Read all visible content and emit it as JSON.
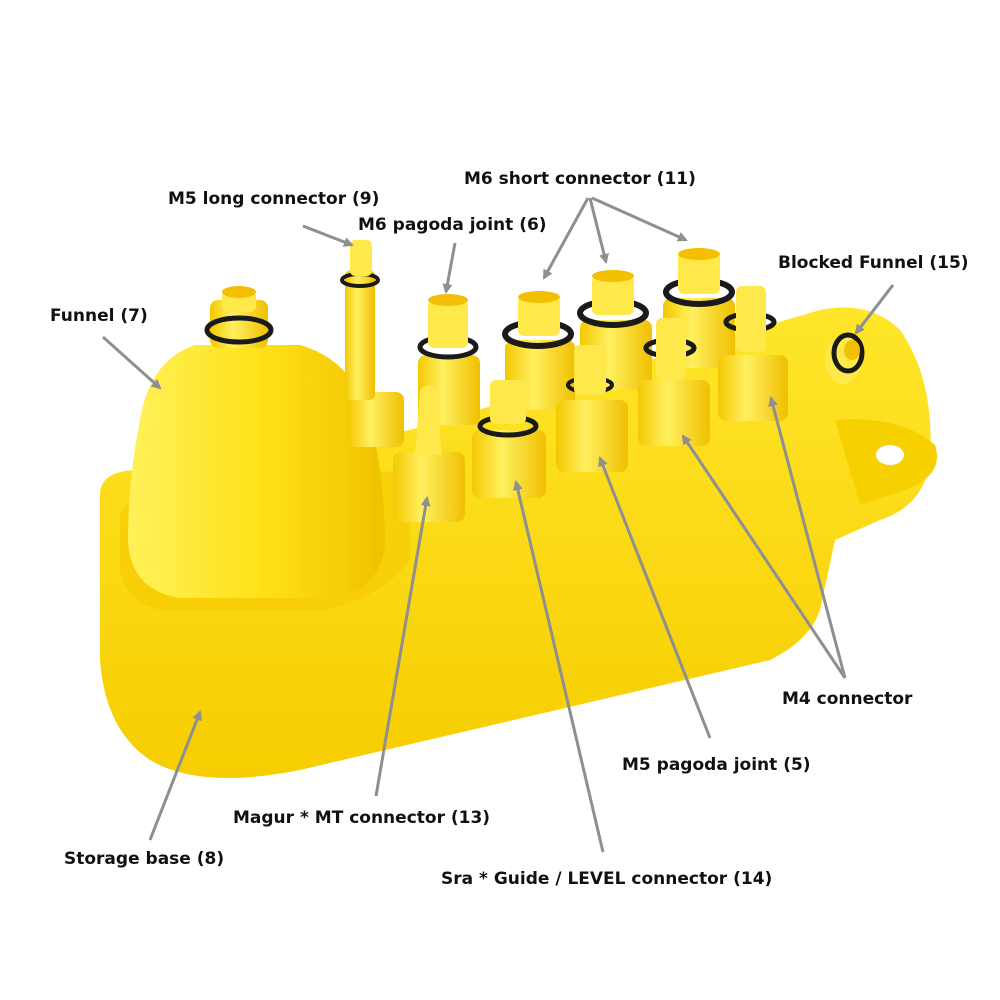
{
  "colors": {
    "yellow": "#ffe21a",
    "yellow_dark": "#f2c000",
    "yellow_light": "#fff27a",
    "oring": "#1a1a1a",
    "arrow": "#8f8f8f",
    "text": "#111111"
  },
  "labels": {
    "m6_short_connector": "M6 short connector (11)",
    "m5_long_connector": "M5 long connector (9)",
    "m6_pagoda_joint": "M6 pagoda joint (6)",
    "blocked_funnel": "Blocked Funnel (15)",
    "funnel": "Funnel (7)",
    "m4_connector": "M4 connector",
    "m5_pagoda_joint": "M5 pagoda joint (5)",
    "magur_mt_connector": "Magur * MT connector (13)",
    "storage_base": "Storage base (8)",
    "sra_guide_level_connector": "Sra * Guide / LEVEL connector (14)"
  }
}
